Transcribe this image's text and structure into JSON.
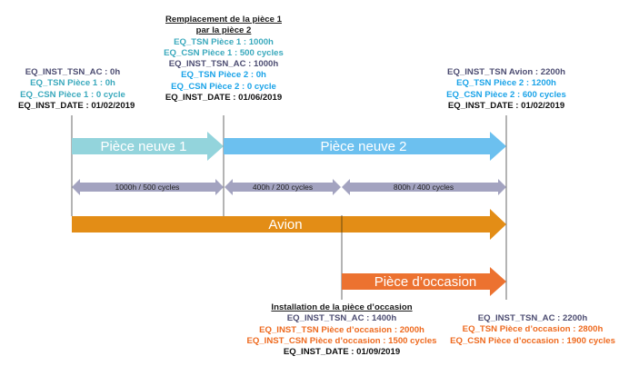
{
  "colors": {
    "piece1": "#93d4dc",
    "piece2": "#6cc0ef",
    "avion": "#e38d16",
    "occasion": "#ec7230",
    "duration": "#a3a3c0",
    "vline": "#6a6a6a"
  },
  "arrows": {
    "piece1": "Pièce neuve 1",
    "piece2": "Pièce neuve 2",
    "avion": "Avion",
    "occasion": "Pièce d’occasion"
  },
  "durations": [
    "1000h / 500 cycles",
    "400h / 200 cycles",
    "800h / 400 cycles"
  ],
  "blocks": {
    "start": {
      "lines": [
        "EQ_INST_TSN_AC : 0h",
        "EQ_TSN Pièce 1 : 0h",
        "EQ_CSN Pièce 1 : 0 cycle",
        "EQ_INST_DATE : 01/02/2019"
      ]
    },
    "replacement": {
      "title_1": "Remplacement de la pièce 1",
      "title_2": "par la pièce 2",
      "lines": [
        "EQ_TSN Pièce 1 : 1000h",
        "EQ_CSN Pièce 1 : 500 cycles",
        "EQ_INST_TSN_AC : 1000h",
        "EQ_TSN Pièce 2 : 0h",
        "EQ_CSN Pièce 2 : 0 cycle",
        "EQ_INST_DATE : 01/06/2019"
      ]
    },
    "end": {
      "lines": [
        "EQ_INST_TSN Avion : 2200h",
        "EQ_TSN Pièce 2 : 1200h",
        "EQ_CSN Pièce 2 : 600 cycles",
        "EQ_INST_DATE : 01/02/2019"
      ]
    },
    "installation": {
      "title": "Installation de la pièce d’occasion",
      "lines": [
        "EQ_INST_TSN_AC : 1400h",
        "EQ_INST_TSN Pièce d’occasion : 2000h",
        "EQ_INST_CSN Pièce d’occasion : 1500 cycles",
        "EQ_INST_DATE : 01/09/2019"
      ]
    },
    "occasion_end": {
      "lines": [
        "EQ_INST_TSN_AC : 2200h",
        "EQ_TSN Pièce d’occasion : 2800h",
        "EQ_CSN Pièce d’occasion : 1900 cycles"
      ]
    }
  }
}
